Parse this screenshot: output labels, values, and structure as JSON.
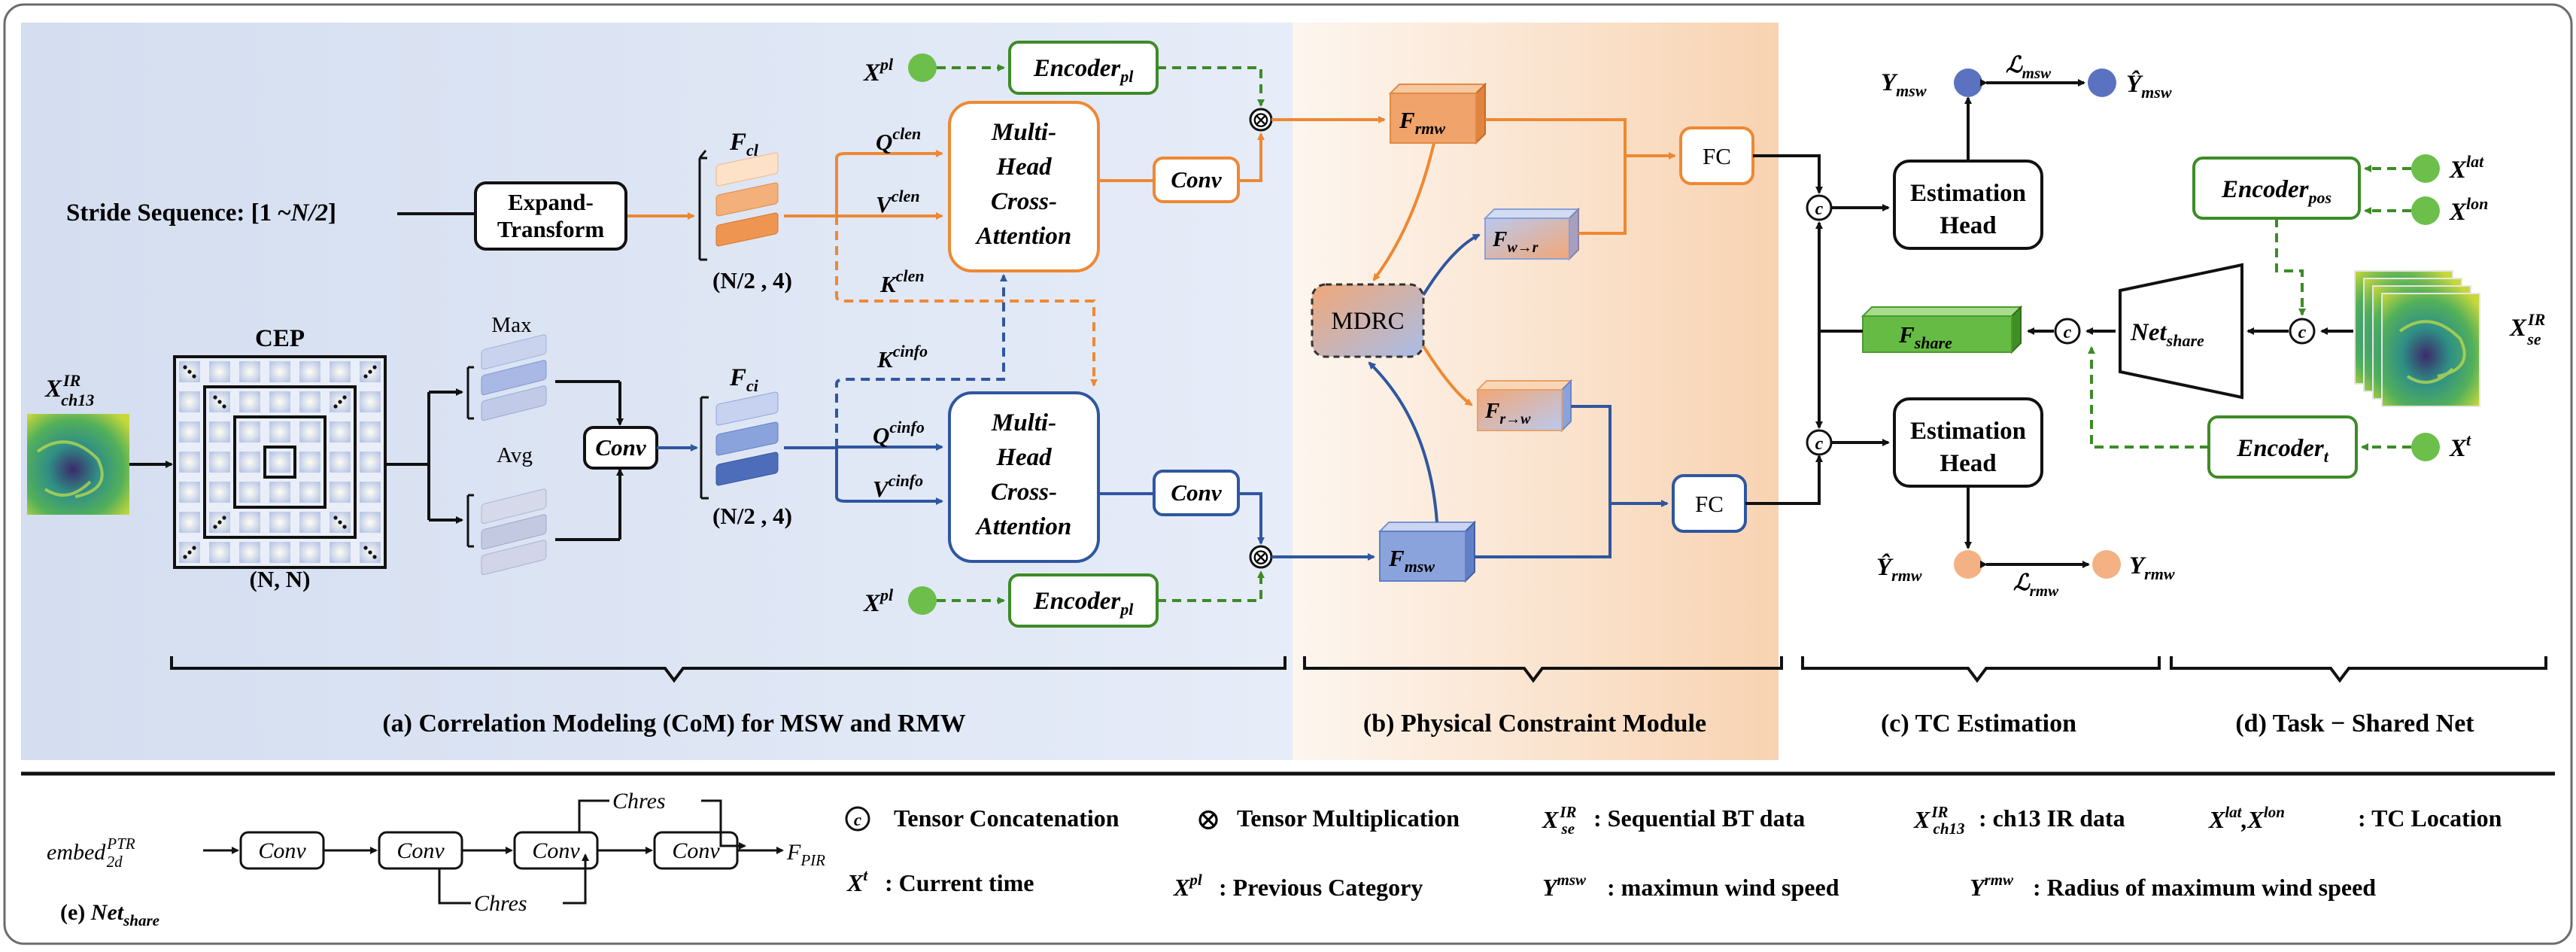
{
  "sections": {
    "a": "(a) Correlation Modeling  (CoM) for MSW and RMW",
    "b": "(b) Physical Constraint Module",
    "c": "(c) TC Estimation",
    "d": "(d) Task − Shared Net",
    "e_prefix": "(e) ",
    "e_var": "Net",
    "e_sub": "share"
  },
  "part_a": {
    "stride_sequence": "Stride Sequence: [1 ~",
    "stride_n": "N/2",
    "stride_close": "]",
    "expand_transform_line1": "Expand-",
    "expand_transform_line2": "Transform",
    "cep_label": "CEP",
    "cep_size": "(N, N)",
    "input_var": "X",
    "input_sup": "IR",
    "input_sub": "ch13",
    "max_label": "Max",
    "avg_label": "Avg",
    "conv_label": "Conv",
    "f_cl_var": "F",
    "f_cl_sub": "cl",
    "f_ci_var": "F",
    "f_ci_sub": "ci",
    "dim_label": "(N/2 , 4)",
    "q_clen_var": "Q",
    "q_clen_sup": "clen",
    "v_clen_var": "V",
    "v_clen_sup": "clen",
    "k_clen_var": "K",
    "k_clen_sup": "clen",
    "k_cinfo_var": "K",
    "k_cinfo_sup": "cinfo",
    "q_cinfo_var": "Q",
    "q_cinfo_sup": "cinfo",
    "v_cinfo_var": "V",
    "v_cinfo_sup": "cinfo",
    "mhca_line1": "Multi-",
    "mhca_line2": "Head",
    "mhca_line3": "Cross-",
    "mhca_line4": "Attention",
    "xpl_var": "X",
    "xpl_sup": "pl",
    "encoder_var": "Encoder",
    "encoder_pl_sub": "pl"
  },
  "part_b": {
    "f_rmw_var": "F",
    "f_rmw_sub": "rmw",
    "f_msw_var": "F",
    "f_msw_sub": "msw",
    "f_wr_var": "F",
    "f_wr_sub": "w→r",
    "f_rw_var": "F",
    "f_rw_sub": "r→w",
    "mdrc": "MDRC",
    "fc": "FC"
  },
  "part_c": {
    "estimation_line1": "Estimation",
    "estimation_line2": "Head",
    "y_var": "Y",
    "y_msw_sub": "msw",
    "y_rmw_sub": "rmw",
    "yhat_var": "Ŷ",
    "loss_var": "ℒ",
    "loss_msw_sub": "msw",
    "loss_rmw_sub": "rmw",
    "f_share_var": "F",
    "f_share_sub": "share",
    "concat_symbol": "c"
  },
  "part_d": {
    "net_var": "Net",
    "net_sub": "share",
    "encoder_pos_sub": "pos",
    "encoder_t_sub": "t",
    "x_lat_var": "X",
    "x_lat_sup": "lat",
    "x_lon_var": "X",
    "x_lon_sup": "lon",
    "x_se_var": "X",
    "x_se_sup": "IR",
    "x_se_sub": "se",
    "x_t_var": "X",
    "x_t_sup": "t"
  },
  "part_e": {
    "embed_var": "embed",
    "embed_sup": "PTR",
    "embed_sub": "2d",
    "conv": "Conv",
    "chres": "Chres",
    "f_pir_var": "F",
    "f_pir_sub": "PIR"
  },
  "legend": {
    "concat_symbol": "c",
    "concat_text": "Tensor Concatenation",
    "mult_symbol": "⊗",
    "mult_text": "Tensor Multiplication",
    "xse_var": "X",
    "xse_sup": "IR",
    "xse_sub": "se",
    "xse_text": ": Sequential BT data",
    "xch_var": "X",
    "xch_sup": "IR",
    "xch_sub": "ch13",
    "xch_text": ": ch13 IR data",
    "xloc_a": "X",
    "xloc_a_sup": "lat",
    "xloc_comma": ",",
    "xloc_b": "X",
    "xloc_b_sup": "lon",
    "xloc_text": ": TC Location",
    "xt_var": "X",
    "xt_sup": "t",
    "xt_text": ": Current time",
    "xpl_var": "X",
    "xpl_sup": "pl",
    "xpl_text": ": Previous Category",
    "ymsw_var": "Y",
    "ymsw_sup": "msw",
    "ymsw_text": ":  maximun wind speed",
    "yrmw_var": "Y",
    "yrmw_sup": "rmw",
    "yrmw_text": ": Radius of maximum wind speed"
  },
  "colors": {
    "orange": "#ee8833",
    "blue": "#2f56a0",
    "green": "#3d8b27",
    "green_fill": "#6bbf4a",
    "dot_blue": "#5b72c0",
    "dot_orange": "#f4b183",
    "panel_a": "#dfe6f5",
    "panel_b": "#fbe3cf"
  }
}
